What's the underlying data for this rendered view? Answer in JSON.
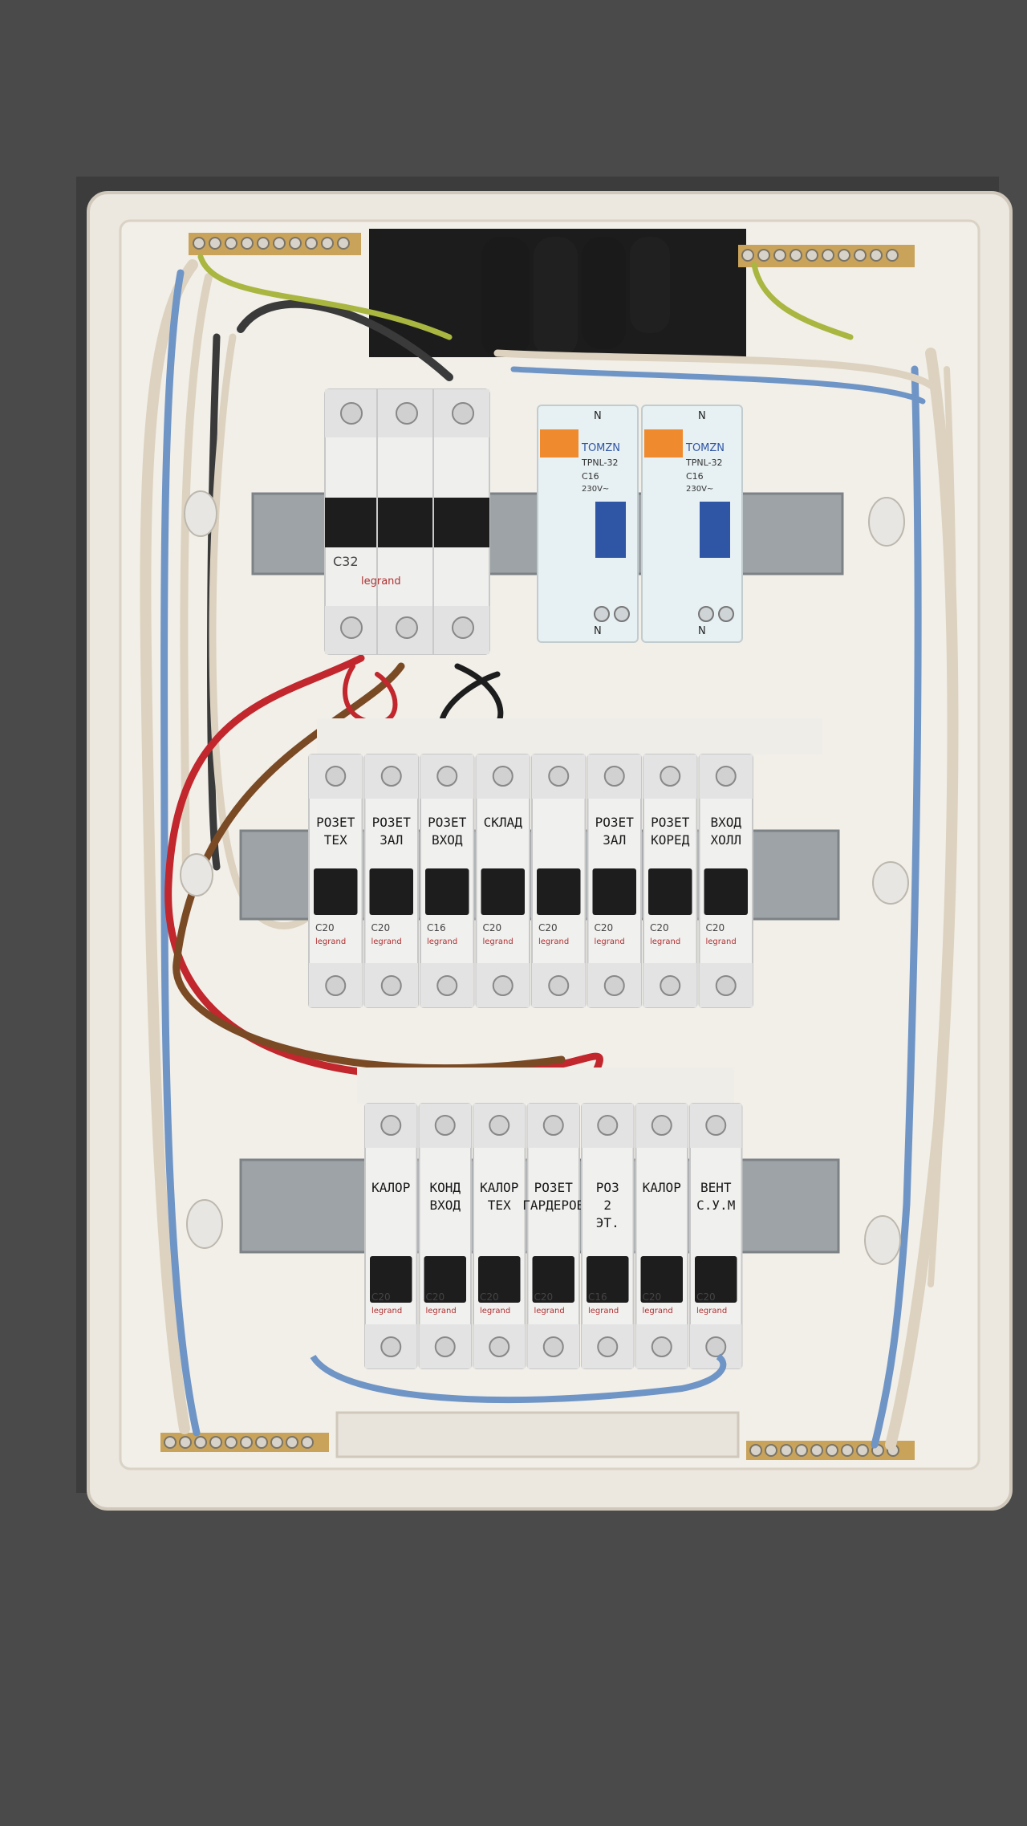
{
  "rows": [
    [
      {
        "label": "РОЗЕТ ТЕХ",
        "rating": "C20"
      },
      {
        "label": "РОЗЕТ ЗАЛ",
        "rating": "C20"
      },
      {
        "label": "РОЗЕТ ВХОД",
        "rating": "C16"
      },
      {
        "label": "СКЛАД",
        "rating": "C20"
      },
      {
        "label": "",
        "rating": "C20"
      },
      {
        "label": "РОЗЕТ ЗАЛ",
        "rating": "C20"
      },
      {
        "label": "РОЗЕТ КОРЕД",
        "rating": "C20"
      },
      {
        "label": "ВХОД ХОЛЛ",
        "rating": "C20"
      }
    ],
    [
      {
        "label": "КАЛОР",
        "rating": "C20"
      },
      {
        "label": "КОНД ВХОД",
        "rating": "C20"
      },
      {
        "label": "КАЛОР ТЕХ",
        "rating": "C20"
      },
      {
        "label": "РОЗЕТ ГАРДЕРОБ",
        "rating": "C20"
      },
      {
        "label": "РОЗ 2 ЭТ.",
        "rating": "C16"
      },
      {
        "label": "КАЛОР",
        "rating": "C20"
      },
      {
        "label": "ВЕНТ С.У.М",
        "rating": "C20"
      }
    ]
  ],
  "main_breaker": {
    "rating": "C32",
    "brand": "legrand"
  },
  "rcbo": [
    {
      "brand": "TOMZN",
      "model": "TPNL-32",
      "rating": "C16",
      "spec": "230V~",
      "terminal": "N"
    },
    {
      "brand": "TOMZN",
      "model": "TPNL-32",
      "rating": "C16",
      "spec": "230V~",
      "terminal": "N"
    }
  ],
  "breaker_brand": "legrand",
  "colors": {
    "wall": "#4a4a4a",
    "enclosure": "#ece7df",
    "din_rail": "#9da3a7",
    "wire_beige": "#ddd2bf",
    "wire_blue": "#6f95c6",
    "wire_red": "#c1272d",
    "wire_brown": "#7a4a25",
    "wire_black": "#1d1d1d",
    "wire_green_yellow": "#a9b640",
    "rcbo_orange": "#f08a2e",
    "rcbo_blue": "#2f56a5"
  }
}
